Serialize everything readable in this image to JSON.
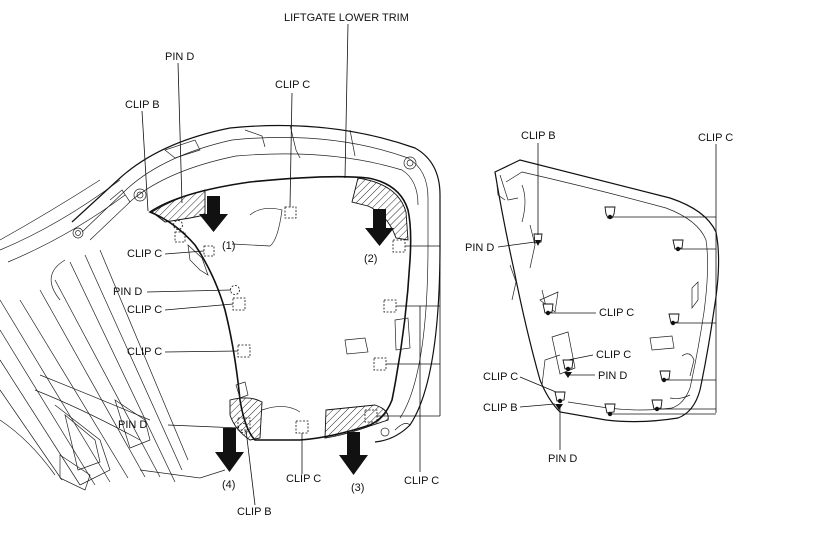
{
  "labels": {
    "liftgate_lower_trim": "LIFTGATE LOWER TRIM",
    "pin_d": "PIN D",
    "clip_b": "CLIP B",
    "clip_c": "CLIP C",
    "step_1": "(1)",
    "step_2": "(2)",
    "step_3": "(3)",
    "step_4": "(4)"
  }
}
